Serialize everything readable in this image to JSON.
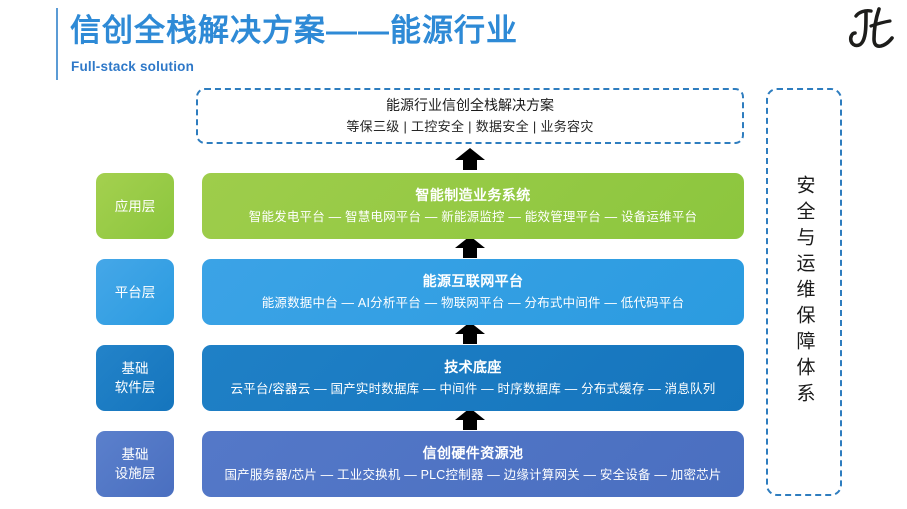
{
  "header": {
    "title": "信创全栈解决方案——能源行业",
    "subtitle": "Full-stack solution",
    "accent_color": "#2e8ad6",
    "logo_alt": "JL"
  },
  "summary": {
    "title": "能源行业信创全栈解决方案",
    "subtitle": "等保三级 | 工控安全 | 数据安全 | 业务容灾",
    "border_color": "#2e7dbf"
  },
  "arrows": {
    "label": "向上箭头",
    "color": "#000000",
    "count": 4
  },
  "layers": [
    {
      "tag_line1": "应用层",
      "tag_line2": "",
      "title": "智能制造业务系统",
      "items": "智能发电平台 — 智慧电网平台 — 新能源监控 — 能效管理平台 — 设备运维平台",
      "color": "#8cc63e"
    },
    {
      "tag_line1": "平台层",
      "tag_line2": "",
      "title": "能源互联网平台",
      "items": "能源数据中台 — AI分析平台 — 物联网平台 — 分布式中间件 — 低代码平台",
      "color": "#2b9be0"
    },
    {
      "tag_line1": "基础",
      "tag_line2": "软件层",
      "title": "技术底座",
      "items": "云平台/容器云 — 国产实时数据库 — 中间件 — 时序数据库 — 分布式缓存 — 消息队列",
      "color": "#1575bd"
    },
    {
      "tag_line1": "基础",
      "tag_line2": "设施层",
      "title": "信创硬件资源池",
      "items": "国产服务器/芯片 — 工业交换机 — PLC控制器 — 边缘计算网关 — 安全设备 — 加密芯片",
      "color": "#4a6fc0"
    }
  ],
  "side_panel": {
    "text": "安全与运维保障体系",
    "border_color": "#2e7dbf"
  }
}
